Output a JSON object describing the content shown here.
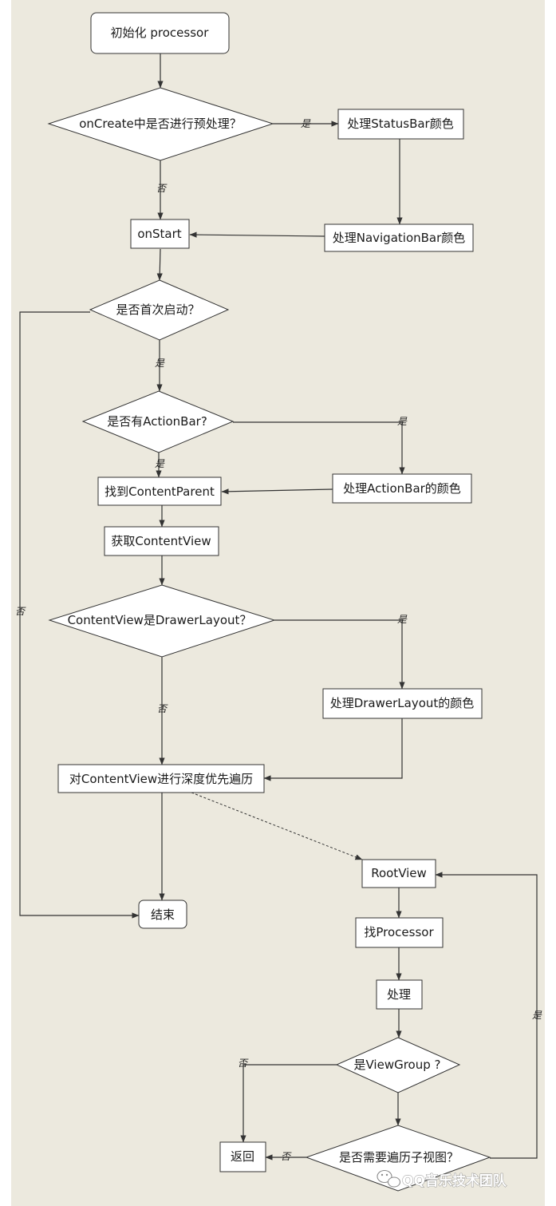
{
  "nodes": {
    "init": "初始化 processor",
    "q_precreate": "onCreate中是否进行预处理？",
    "statusbar": "处理StatusBar颜色",
    "navbar": "处理NavigationBar颜色",
    "onstart": "onStart",
    "q_first": "是否首次启动？",
    "q_actionbar": "是否有ActionBar?",
    "find_parent": "找到ContentParent",
    "actionbar_color": "处理ActionBar的颜色",
    "get_view": "获取ContentView",
    "q_drawer": "ContentView是DrawerLayout？",
    "drawer_color": "处理DrawerLayout的颜色",
    "dfs": "对ContentView进行深度优先遍历",
    "end": "结束",
    "rootview": "RootView",
    "find_processor": "找Processor",
    "process": "处理",
    "q_viewgroup": "是ViewGroup ?",
    "back": "返回",
    "q_children": "是否需要遍历子视图？"
  },
  "edge_labels": {
    "yes": "是",
    "no": "否"
  },
  "watermark": {
    "text": "QQ音乐技术团队",
    "icon": "wechat-icon"
  },
  "colors": {
    "background": "#ece9de",
    "node_fill": "#ffffff",
    "stroke": "#333333"
  }
}
